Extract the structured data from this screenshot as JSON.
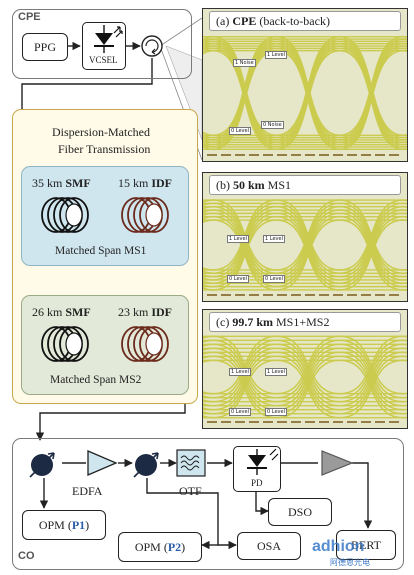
{
  "cpe": {
    "tag": "CPE",
    "ppg": "PPG",
    "vcsel": "VCSEL"
  },
  "transmission": {
    "title_line1": "Dispersion-Matched",
    "title_line2": "Fiber Transmission",
    "ms1": {
      "smf_len": "35 km",
      "smf_name": "SMF",
      "idf_len": "15 km",
      "idf_name": "IDF",
      "label": "Matched Span MS1"
    },
    "ms2": {
      "smf_len": "26 km",
      "smf_name": "SMF",
      "idf_len": "23 km",
      "idf_name": "IDF",
      "label": "Matched Span MS2"
    }
  },
  "eyes": [
    {
      "prefix": "(a) ",
      "bold": "CPE",
      "rest": " (back-to-back)"
    },
    {
      "prefix": "(b) ",
      "bold": "50 km",
      "rest": " MS1"
    },
    {
      "prefix": "(c) ",
      "bold": "99.7 km",
      "rest": " MS1+MS2"
    }
  ],
  "eye_markers": {
    "one_level": "1 Level",
    "zero_level": "0 Level",
    "one_noise": "1 Noise",
    "zero_noise": "0 Noise"
  },
  "co": {
    "tag": "CO",
    "edfa": "EDFA",
    "otf": "OTF",
    "pd": "PD",
    "dso": "DSO",
    "osa": "OSA",
    "opm1_prefix": "OPM (",
    "opm1_bold": "P1",
    "opm1_suffix": ")",
    "opm2_prefix": "OPM (",
    "opm2_bold": "P2",
    "opm2_suffix": ")",
    "bert": "BERT"
  },
  "watermark": {
    "logo": "adhion",
    "sub": "阿德恩光电"
  },
  "colors": {
    "eye_trace": "#c7c83a",
    "eye_bg": "#e8e8c4",
    "panel_border": "#7a7a7a",
    "ms1_fill": "#cfe6ef",
    "ms2_fill": "#e3e9d8",
    "transmission_fill": "#fffbe8",
    "transmission_border": "#c9a84a",
    "idf_coil": "#6b2a1c",
    "smf_coil": "#111111",
    "accent_number": "#2a5ea8",
    "logo": "#3a78c8"
  }
}
